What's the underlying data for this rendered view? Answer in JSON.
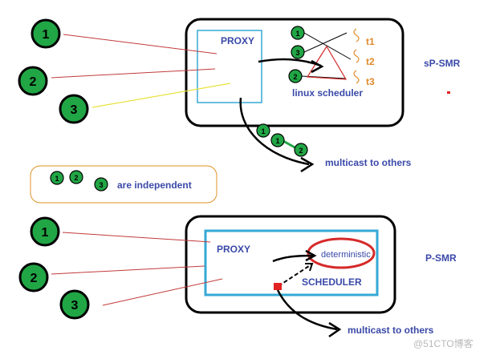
{
  "top": {
    "proxy_label": "PROXY",
    "scheduler_label": "linux scheduler",
    "mode_label": "sP-SMR",
    "threads": [
      "t1",
      "t2",
      "t3"
    ],
    "multicast_label": "multicast to others",
    "clients": [
      "1",
      "2",
      "3"
    ],
    "mini_nodes": [
      "1",
      "3",
      "2"
    ],
    "chain_nodes": [
      "1",
      "1",
      "2"
    ]
  },
  "legend": {
    "text": "are independent",
    "nodes": [
      "1",
      "2",
      "3"
    ]
  },
  "bottom": {
    "proxy_label": "PROXY",
    "deterministic_label": "deterministic",
    "scheduler_label": "SCHEDULER",
    "mode_label": "P-SMR",
    "multicast_label": "multicast to others",
    "clients": [
      "1",
      "2",
      "3"
    ]
  },
  "watermark": "@51CTO博客",
  "colors": {
    "node_fill": "#21a645",
    "proxy_border": "#35a8d6",
    "label_blue": "#3a49a8",
    "thread_orange": "#e08a2a",
    "det_ellipse": "#d62a2a"
  }
}
